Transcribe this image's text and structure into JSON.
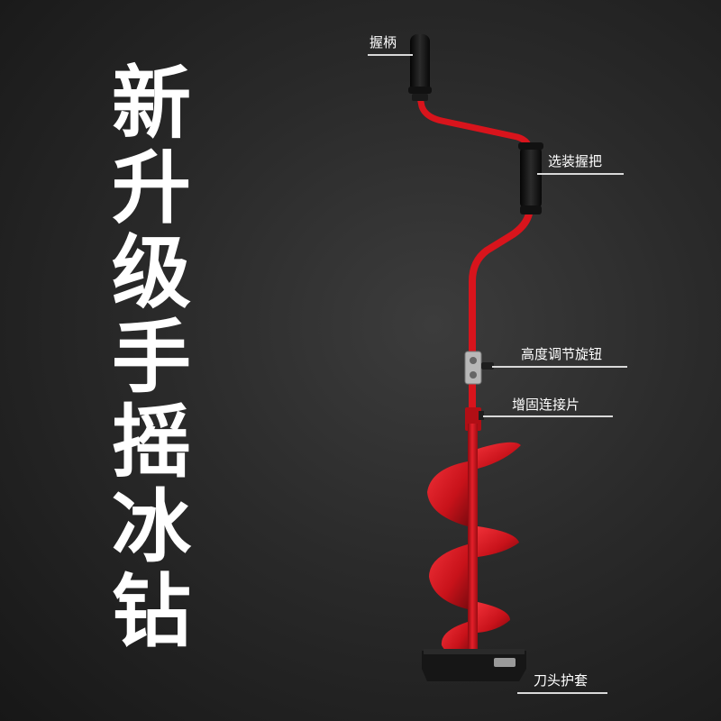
{
  "headline": {
    "chars": [
      "新",
      "升",
      "级",
      "手",
      "摇",
      "冰",
      "钻"
    ]
  },
  "callouts": {
    "grip": "握柄",
    "optional_grip": "选装握把",
    "height_knob": "高度调节旋钮",
    "reinforce_plate": "增固连接片",
    "blade_guard": "刀头护套"
  },
  "colors": {
    "background": "#222222",
    "shaft_red": "#d8141c",
    "handle_black": "#141414",
    "text": "#ffffff"
  }
}
